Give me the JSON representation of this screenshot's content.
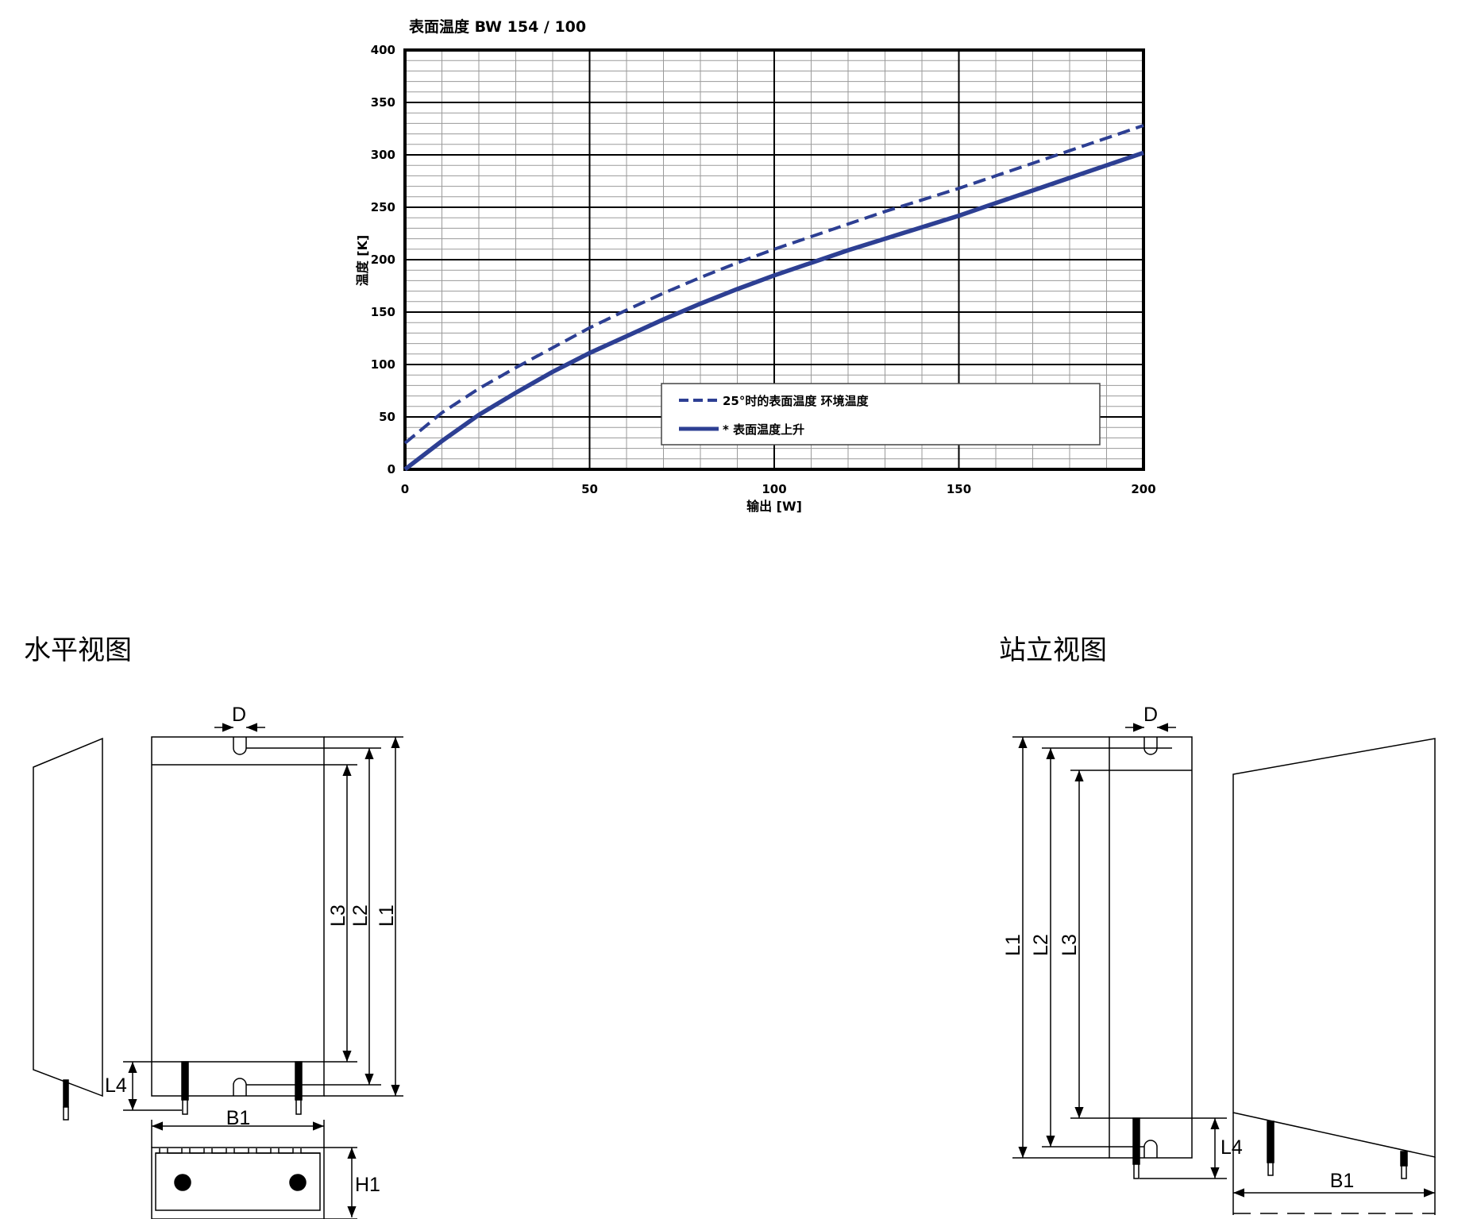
{
  "chart_data": {
    "type": "line",
    "title": "表面温度 BW 154 / 100",
    "xlabel": "输出  [W]",
    "ylabel": "温度 [K]",
    "xlim": [
      0,
      200
    ],
    "ylim": [
      0,
      400
    ],
    "x_ticks": [
      "0",
      "50",
      "100",
      "150",
      "200"
    ],
    "y_ticks": [
      "0",
      "50",
      "100",
      "150",
      "200",
      "250",
      "300",
      "350",
      "400"
    ],
    "grid": true,
    "legend_position": "bottom-right",
    "series": [
      {
        "name": "25°时的表面温度 环境温度",
        "style": "dashed",
        "x": [
          0,
          10,
          20,
          30,
          40,
          50,
          60,
          70,
          80,
          90,
          100,
          110,
          120,
          130,
          140,
          150,
          160,
          170,
          180,
          190,
          200
        ],
        "y": [
          25,
          54,
          77,
          97,
          116,
          135,
          152,
          168,
          183,
          197,
          210,
          222,
          234,
          246,
          257,
          268,
          280,
          292,
          304,
          316,
          328
        ]
      },
      {
        "name": "* 表面温度上升",
        "style": "solid",
        "x": [
          0,
          10,
          20,
          30,
          40,
          50,
          60,
          70,
          80,
          90,
          100,
          110,
          120,
          130,
          140,
          150,
          160,
          170,
          180,
          190,
          200
        ],
        "y": [
          0,
          27,
          52,
          73,
          93,
          111,
          127,
          143,
          158,
          172,
          185,
          197,
          209,
          220,
          231,
          242,
          254,
          266,
          278,
          290,
          302
        ]
      }
    ],
    "colors": {
      "series": "#2d3f93",
      "grid_major": "#000000",
      "grid_minor": "#9a9a9a"
    }
  },
  "views": {
    "horizontal": {
      "title": "水平视图",
      "labels": {
        "D": "D",
        "L1": "L1",
        "L2": "L2",
        "L3": "L3",
        "L4": "L4",
        "B1": "B1",
        "H1": "H1"
      }
    },
    "standing": {
      "title": "站立视图",
      "labels": {
        "D": "D",
        "L1": "L1",
        "L2": "L2",
        "L3": "L3",
        "L4": "L4",
        "B1": "B1"
      }
    }
  }
}
